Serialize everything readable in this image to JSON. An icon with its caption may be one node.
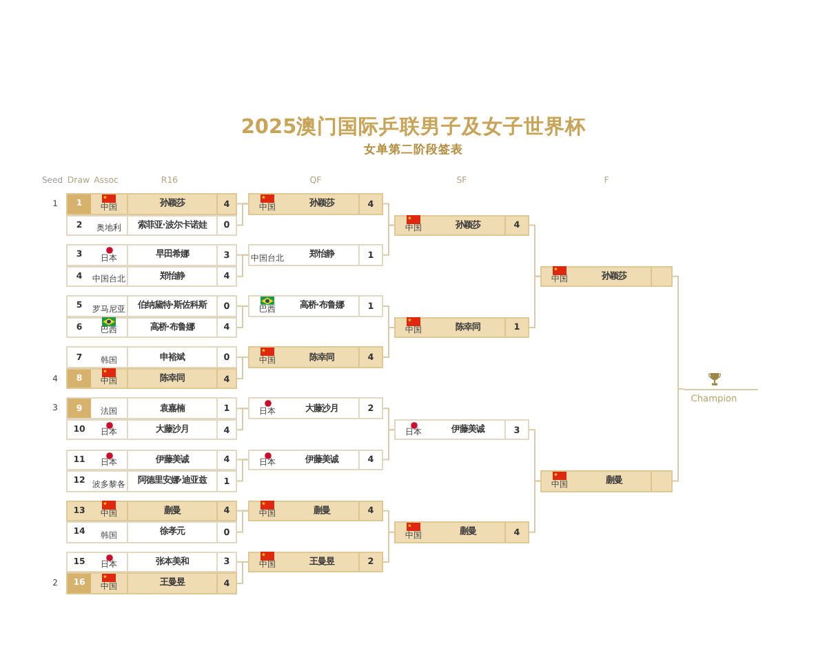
{
  "diagram": {
    "title": "2025澳门国际乒联男子及女子世界杯",
    "nodes": [
      {
        "text": [
          "1",
          "中国",
          "孙颖莎",
          "4"
        ],
        "beside": [
          "1"
        ]
      },
      {
        "text": [
          "2",
          "奥地利",
          "索菲亚·波尔卡诺娃",
          "0"
        ]
      },
      {
        "text": [
          "3",
          "日本",
          "早田希娜",
          "3"
        ]
      },
      {
        "text": [
          "4",
          "中国台北",
          "郑怡静",
          "4"
        ]
      },
      {
        "text": [
          "5",
          "罗马尼亚",
          "伯纳黛特·斯佐科斯",
          "0"
        ]
      },
      {
        "text": [
          "6",
          "巴西",
          "高桥·布鲁娜",
          "4"
        ]
      },
      {
        "text": [
          "7",
          "韩国",
          "申裕斌",
          "0"
        ]
      },
      {
        "text": [
          "8",
          "中国",
          "陈幸同",
          "4"
        ],
        "beside": [
          "4"
        ]
      },
      {
        "text": [
          "9",
          "法国",
          "袁嘉楠",
          "1"
        ],
        "beside": [
          "3"
        ]
      },
      {
        "text": [
          "10",
          "日本",
          "大藤沙月",
          "4"
        ]
      },
      {
        "text": [
          "11",
          "日本",
          "伊藤美诚",
          "4"
        ]
      },
      {
        "text": [
          "12",
          "波多黎各",
          "阿德里安娜·迪亚兹",
          "1"
        ]
      },
      {
        "text": [
          "13",
          "中国",
          "蒯曼",
          "4"
        ]
      },
      {
        "text": [
          "14",
          "韩国",
          "徐孝元",
          "0"
        ]
      },
      {
        "text": [
          "15",
          "日本",
          "张本美和",
          "3"
        ]
      },
      {
        "text": [
          "16",
          "中国",
          "王曼昱",
          "4"
        ],
        "beside": [
          "2"
        ]
      },
      {
        "text": [
          "中国",
          "孙颖莎",
          "4"
        ]
      },
      {
        "text": [
          "中国台北",
          "郑怡静",
          "1"
        ]
      },
      {
        "text": [
          "巴西",
          "高桥·布鲁娜",
          "1"
        ]
      },
      {
        "text": [
          "中国",
          "陈幸同",
          "4"
        ]
      },
      {
        "text": [
          "日本",
          "大藤沙月",
          "2"
        ]
      },
      {
        "text": [
          "日本",
          "伊藤美诚",
          "4"
        ]
      },
      {
        "text": [
          "中国",
          "蒯曼",
          "4"
        ]
      },
      {
        "text": [
          "中国",
          "王曼昱",
          "2"
        ]
      },
      {
        "text": [
          "中国",
          "孙颖莎",
          "4"
        ]
      },
      {
        "text": [
          "中国",
          "陈幸同",
          "1"
        ]
      },
      {
        "text": [
          "日本",
          "伊藤美诚",
          "3"
        ]
      },
      {
        "text": [
          "中国",
          "蒯曼",
          "4"
        ]
      },
      {
        "text": [
          "中国",
          "孙颖莎"
        ]
      },
      {
        "text": [
          "中国",
          "蒯曼"
        ]
      },
      {
        "text": [
          "Champion"
        ]
      }
    ],
    "edges": [
      {
        "from": 0,
        "to": 16,
        "arrow": "none"
      },
      {
        "from": 1,
        "to": 16,
        "arrow": "none"
      },
      {
        "from": 2,
        "to": 17,
        "arrow": "none"
      },
      {
        "from": 3,
        "to": 17,
        "arrow": "none"
      },
      {
        "from": 4,
        "to": 18,
        "arrow": "none"
      },
      {
        "from": 5,
        "to": 18,
        "arrow": "none"
      },
      {
        "from": 6,
        "to": 19,
        "arrow": "none"
      },
      {
        "from": 7,
        "to": 19,
        "arrow": "none"
      },
      {
        "from": 8,
        "to": 20,
        "arrow": "none"
      },
      {
        "from": 9,
        "to": 20,
        "arrow": "none"
      },
      {
        "from": 10,
        "to": 21,
        "arrow": "none"
      },
      {
        "from": 11,
        "to": 21,
        "arrow": "none"
      },
      {
        "from": 12,
        "to": 22,
        "arrow": "none"
      },
      {
        "from": 13,
        "to": 22,
        "arrow": "none"
      },
      {
        "from": 14,
        "to": 23,
        "arrow": "none"
      },
      {
        "from": 15,
        "to": 23,
        "arrow": "none"
      },
      {
        "from": 16,
        "to": 24,
        "arrow": "none"
      },
      {
        "from": 17,
        "to": 24,
        "arrow": "none"
      },
      {
        "from": 18,
        "to": 25,
        "arrow": "none"
      },
      {
        "from": 19,
        "to": 25,
        "arrow": "none"
      },
      {
        "from": 20,
        "to": 26,
        "arrow": "none"
      },
      {
        "from": 21,
        "to": 26,
        "arrow": "none"
      },
      {
        "from": 22,
        "to": 27,
        "arrow": "none"
      },
      {
        "from": 23,
        "to": 27,
        "arrow": "none"
      },
      {
        "from": 24,
        "to": 28,
        "arrow": "none"
      },
      {
        "from": 25,
        "to": 28,
        "arrow": "none"
      },
      {
        "from": 26,
        "to": 29,
        "arrow": "none"
      },
      {
        "from": 27,
        "to": 29,
        "arrow": "none"
      },
      {
        "from": 28,
        "to": 30,
        "arrow": "none"
      },
      {
        "from": 29,
        "to": 30,
        "arrow": "none"
      }
    ],
    "labels": [
      "女单第二阶段签表",
      "Seed",
      "Draw",
      "Assoc",
      "R16",
      "QF",
      "SF",
      "F"
    ]
  }
}
